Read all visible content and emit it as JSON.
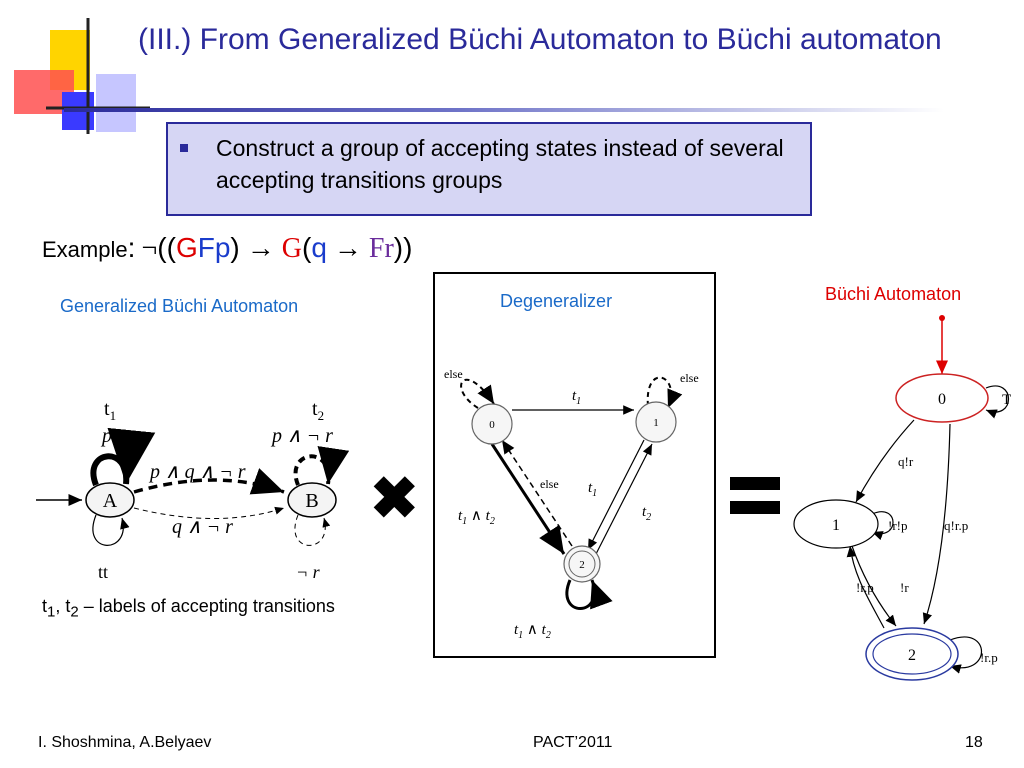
{
  "title": "(III.) From Generalized Büchi Automaton to Büchi automaton",
  "bullet": "Construct a group of accepting states instead of several accepting transitions groups",
  "example": {
    "label": "Example",
    "colon": ":",
    "neg": "¬",
    "open": "((",
    "G1": "G",
    "F1": "F",
    "p": "p",
    "close1": ")",
    "arrow1": " → ",
    "G2": "G",
    "open2": "(",
    "q": "q",
    "arrow2": " → ",
    "F2": "F",
    "r": "r",
    "close2": "))"
  },
  "labels": {
    "gba": "Generalized Büchi Automaton",
    "degeneralizer": "Degeneralizer",
    "buchi": "Büchi Automaton",
    "times": "✖"
  },
  "gba": {
    "t1": "t",
    "t1_sub": "1",
    "t2": "t",
    "t2_sub": "2",
    "loop_a_top": "p",
    "loop_b_top": "p ∧ ¬ r",
    "edge_ab_top": "p ∧ q ∧ ¬ r",
    "edge_ab_bottom": "q ∧ ¬ r",
    "state_a": "A",
    "state_b": "B",
    "loop_a_bottom": "tt",
    "loop_b_bottom": "¬ r"
  },
  "degen": {
    "state0": "0",
    "state1": "1",
    "state2": "2",
    "else_left": "else",
    "else_right": "else",
    "else_mid": "else",
    "t1": "t",
    "t1_sub": "1",
    "t2": "t",
    "t2_sub": "2",
    "and": " ∧ "
  },
  "buchi": {
    "state0": "0",
    "state1": "1",
    "state2": "2",
    "loop0": "T",
    "edge01": "q!r",
    "loop1": "!r!p",
    "edge02": "q!r.p",
    "edge21": "!r.p",
    "edge12": "!r",
    "loop2": "!r.p"
  },
  "caption": {
    "t1": "t",
    "t1_sub": "1",
    "sep": ", ",
    "t2": "t",
    "t2_sub": "2",
    "rest": " – labels of accepting transitions"
  },
  "footer": {
    "authors": "I. Shoshmina, A.Belyaev",
    "event": "PACT’2011",
    "page": "18"
  }
}
